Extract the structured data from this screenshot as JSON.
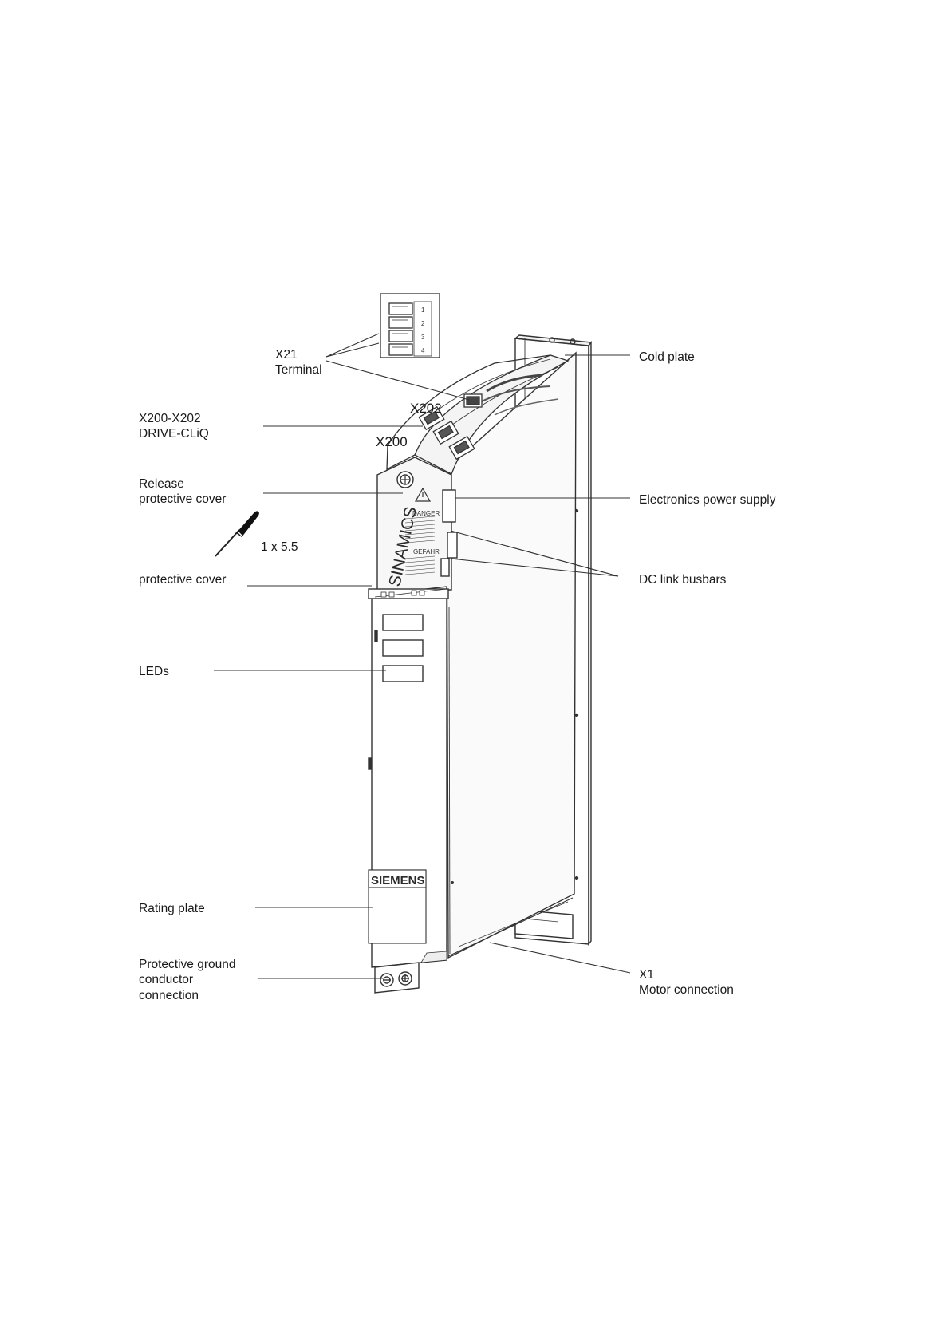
{
  "figure": {
    "callouts": {
      "x21": [
        "X21",
        "Terminal"
      ],
      "drive_cliq": [
        "X200-X202",
        "DRIVE-CLiQ"
      ],
      "release_cover": [
        "Release",
        "protective cover"
      ],
      "screwdriver_size": "1 x 5.5",
      "protective_cover": "protective cover",
      "leds": "LEDs",
      "rating_plate": "Rating plate",
      "ground": [
        "Protective ground",
        "conductor",
        "connection"
      ],
      "cold_plate": "Cold plate",
      "electronics_supply": "Electronics power supply",
      "dc_link": "DC link busbars",
      "x1": [
        "X1",
        "Motor connection"
      ]
    },
    "port_labels": {
      "x202": "X202",
      "x200": "X200"
    },
    "terminal_pins": [
      "1",
      "2",
      "3",
      "4"
    ],
    "device_marks": {
      "sinamics": "SINAMICS",
      "siemens": "SIEMENS",
      "danger": "DANGER",
      "gefahr": "GEFAHR"
    }
  }
}
